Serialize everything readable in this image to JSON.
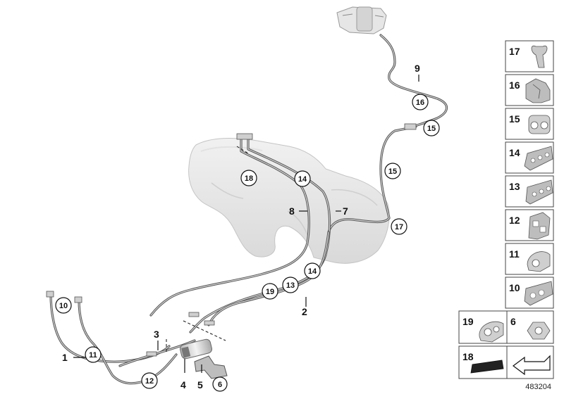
{
  "catalog_number": "483204",
  "callouts": {
    "c1": "1",
    "c2": "2",
    "c3": "3",
    "c4": "4",
    "c5": "5",
    "c7": "7",
    "c8": "8",
    "c9": "9"
  },
  "circled": {
    "c6": "6",
    "c10": "10",
    "c11": "11",
    "c12": "12",
    "c13": "13",
    "c14a": "14",
    "c14b": "14",
    "c15a": "15",
    "c15b": "15",
    "c16": "16",
    "c17": "17",
    "c18": "18",
    "c19": "19"
  },
  "parts_panel": {
    "p17": "17",
    "p16": "16",
    "p15": "15",
    "p14": "14",
    "p13": "13",
    "p12": "12",
    "p11": "11",
    "p10": "10",
    "p19": "19",
    "p6": "6",
    "p18": "18"
  }
}
